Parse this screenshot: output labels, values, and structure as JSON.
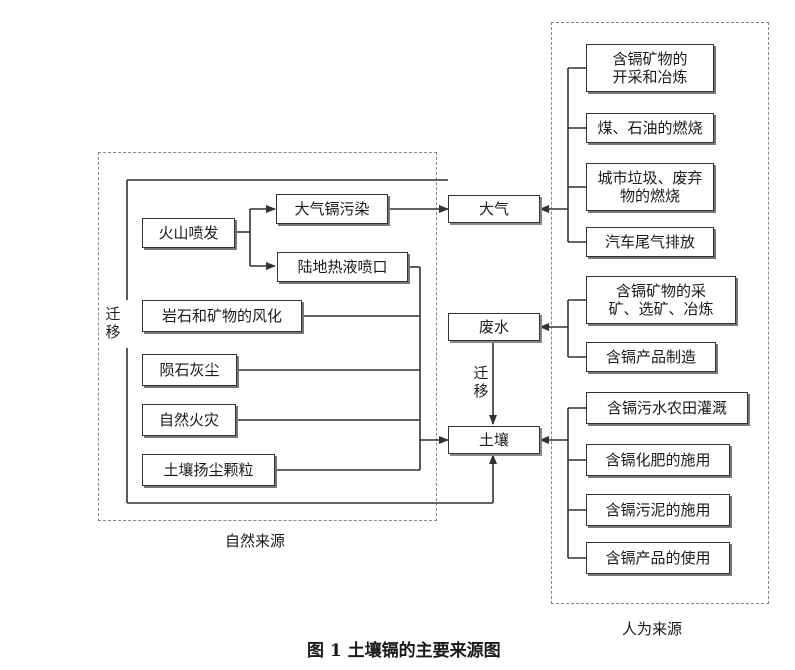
{
  "diagram": {
    "natural_sources_label": "自然来源",
    "human_sources_label": "人为来源",
    "caption": "图 1  土壤镉的主要来源图",
    "migration_label_left": "迁移",
    "migration_label_mid": "迁移",
    "central_nodes": {
      "atmosphere": "大气",
      "wastewater": "废水",
      "soil": "土壤"
    },
    "natural_nodes": {
      "volcano": "火山喷发",
      "atmo_pollution": "大气镉污染",
      "geothermal": "陆地热液喷口",
      "weathering": "岩石和矿物的风化",
      "meteorite": "陨石灰尘",
      "wildfire": "自然火灾",
      "soil_dust": "土壤扬尘颗粒"
    },
    "human_nodes": {
      "mining_smelting": [
        "含镉矿物的",
        "开采和冶炼"
      ],
      "coal_oil": "煤、石油的燃烧",
      "waste_burning": [
        "城市垃圾、废弃",
        "物的燃烧"
      ],
      "vehicle_exhaust": "汽车尾气排放",
      "mining_dressing": [
        "含镉矿物的采",
        "矿、选矿、冶炼"
      ],
      "product_manufacture": "含镉产品制造",
      "wastewater_irrigation": "含镉污水农田灌溉",
      "fertilizer": "含镉化肥的施用",
      "sludge": "含镉污泥的施用",
      "product_use": "含镉产品的使用"
    }
  }
}
